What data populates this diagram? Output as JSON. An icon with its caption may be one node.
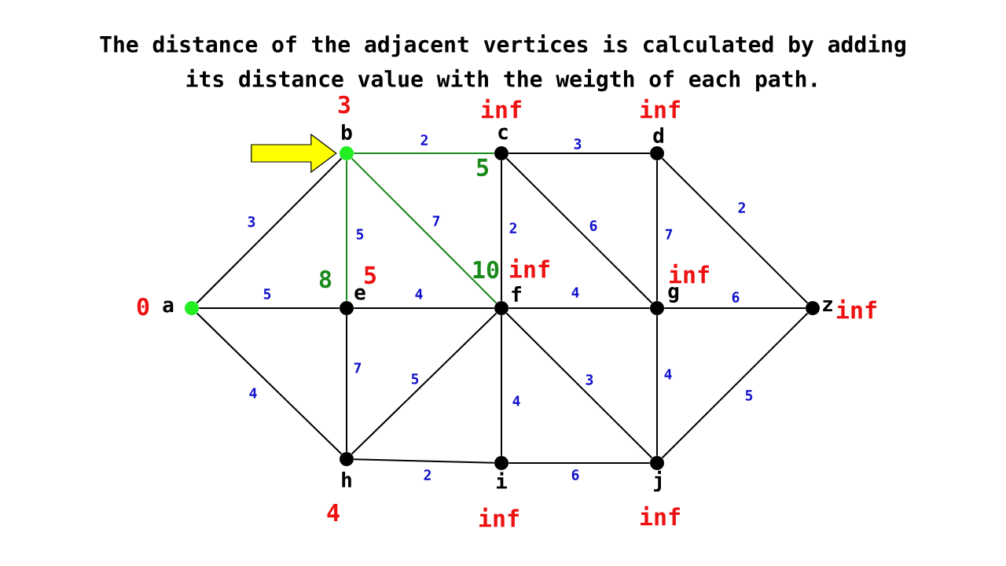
{
  "diagram": {
    "title": "The distance of the adjacent vertices is calculated by adding its distance value with the weigth of each path.",
    "nodes": [
      {
        "text": [],
        "shape": "circle",
        "beside": [
          "a",
          "0"
        ]
      },
      {
        "text": [],
        "shape": "circle",
        "beside": [
          "b",
          "3"
        ]
      },
      {
        "text": [],
        "shape": "circle",
        "beside": [
          "c",
          "inf",
          "5"
        ]
      },
      {
        "text": [],
        "shape": "circle",
        "beside": [
          "d",
          "inf"
        ]
      },
      {
        "text": [],
        "shape": "circle",
        "beside": [
          "e",
          "5",
          "8"
        ]
      },
      {
        "text": [],
        "shape": "circle",
        "beside": [
          "f",
          "inf",
          "10"
        ]
      },
      {
        "text": [],
        "shape": "circle",
        "beside": [
          "g",
          "inf"
        ]
      },
      {
        "text": [],
        "shape": "circle",
        "beside": [
          "z",
          "inf"
        ]
      },
      {
        "text": [],
        "shape": "circle",
        "beside": [
          "h",
          "4"
        ]
      },
      {
        "text": [],
        "shape": "circle",
        "beside": [
          "i",
          "inf"
        ]
      },
      {
        "text": [],
        "shape": "circle",
        "beside": [
          "j",
          "inf"
        ]
      }
    ],
    "edges": [
      {
        "from": 0,
        "to": 1,
        "arrow": "none",
        "label": "3"
      },
      {
        "from": 0,
        "to": 4,
        "arrow": "none",
        "label": "5"
      },
      {
        "from": 0,
        "to": 8,
        "arrow": "none",
        "label": "4"
      },
      {
        "from": 1,
        "to": 2,
        "arrow": "none",
        "label": "2",
        "color": "#1a8a1a"
      },
      {
        "from": 1,
        "to": 4,
        "arrow": "none",
        "label": "5",
        "color": "#1a8a1a"
      },
      {
        "from": 1,
        "to": 5,
        "arrow": "none",
        "label": "7",
        "color": "#1a8a1a"
      },
      {
        "from": 2,
        "to": 3,
        "arrow": "none",
        "label": "3"
      },
      {
        "from": 2,
        "to": 5,
        "arrow": "none",
        "label": "2"
      },
      {
        "from": 2,
        "to": 6,
        "arrow": "none",
        "label": "6"
      },
      {
        "from": 3,
        "to": 6,
        "arrow": "none",
        "label": "7"
      },
      {
        "from": 3,
        "to": 7,
        "arrow": "none",
        "label": "2"
      },
      {
        "from": 4,
        "to": 5,
        "arrow": "none",
        "label": "4"
      },
      {
        "from": 4,
        "to": 8,
        "arrow": "none",
        "label": "7"
      },
      {
        "from": 5,
        "to": 6,
        "arrow": "none",
        "label": "4"
      },
      {
        "from": 8,
        "to": 5,
        "arrow": "none",
        "label": "5"
      },
      {
        "from": 5,
        "to": 9,
        "arrow": "none",
        "label": "4"
      },
      {
        "from": 5,
        "to": 10,
        "arrow": "none",
        "label": "3"
      },
      {
        "from": 6,
        "to": 7,
        "arrow": "none",
        "label": "6"
      },
      {
        "from": 6,
        "to": 10,
        "arrow": "none",
        "label": "4"
      },
      {
        "from": 10,
        "to": 7,
        "arrow": "none",
        "label": "5"
      },
      {
        "from": 8,
        "to": 9,
        "arrow": "none",
        "label": "2"
      },
      {
        "from": 9,
        "to": 10,
        "arrow": "none",
        "label": "6"
      },
      {
        "from": null,
        "to": 1,
        "arrow": "to",
        "color": "#ffff00"
      }
    ]
  }
}
